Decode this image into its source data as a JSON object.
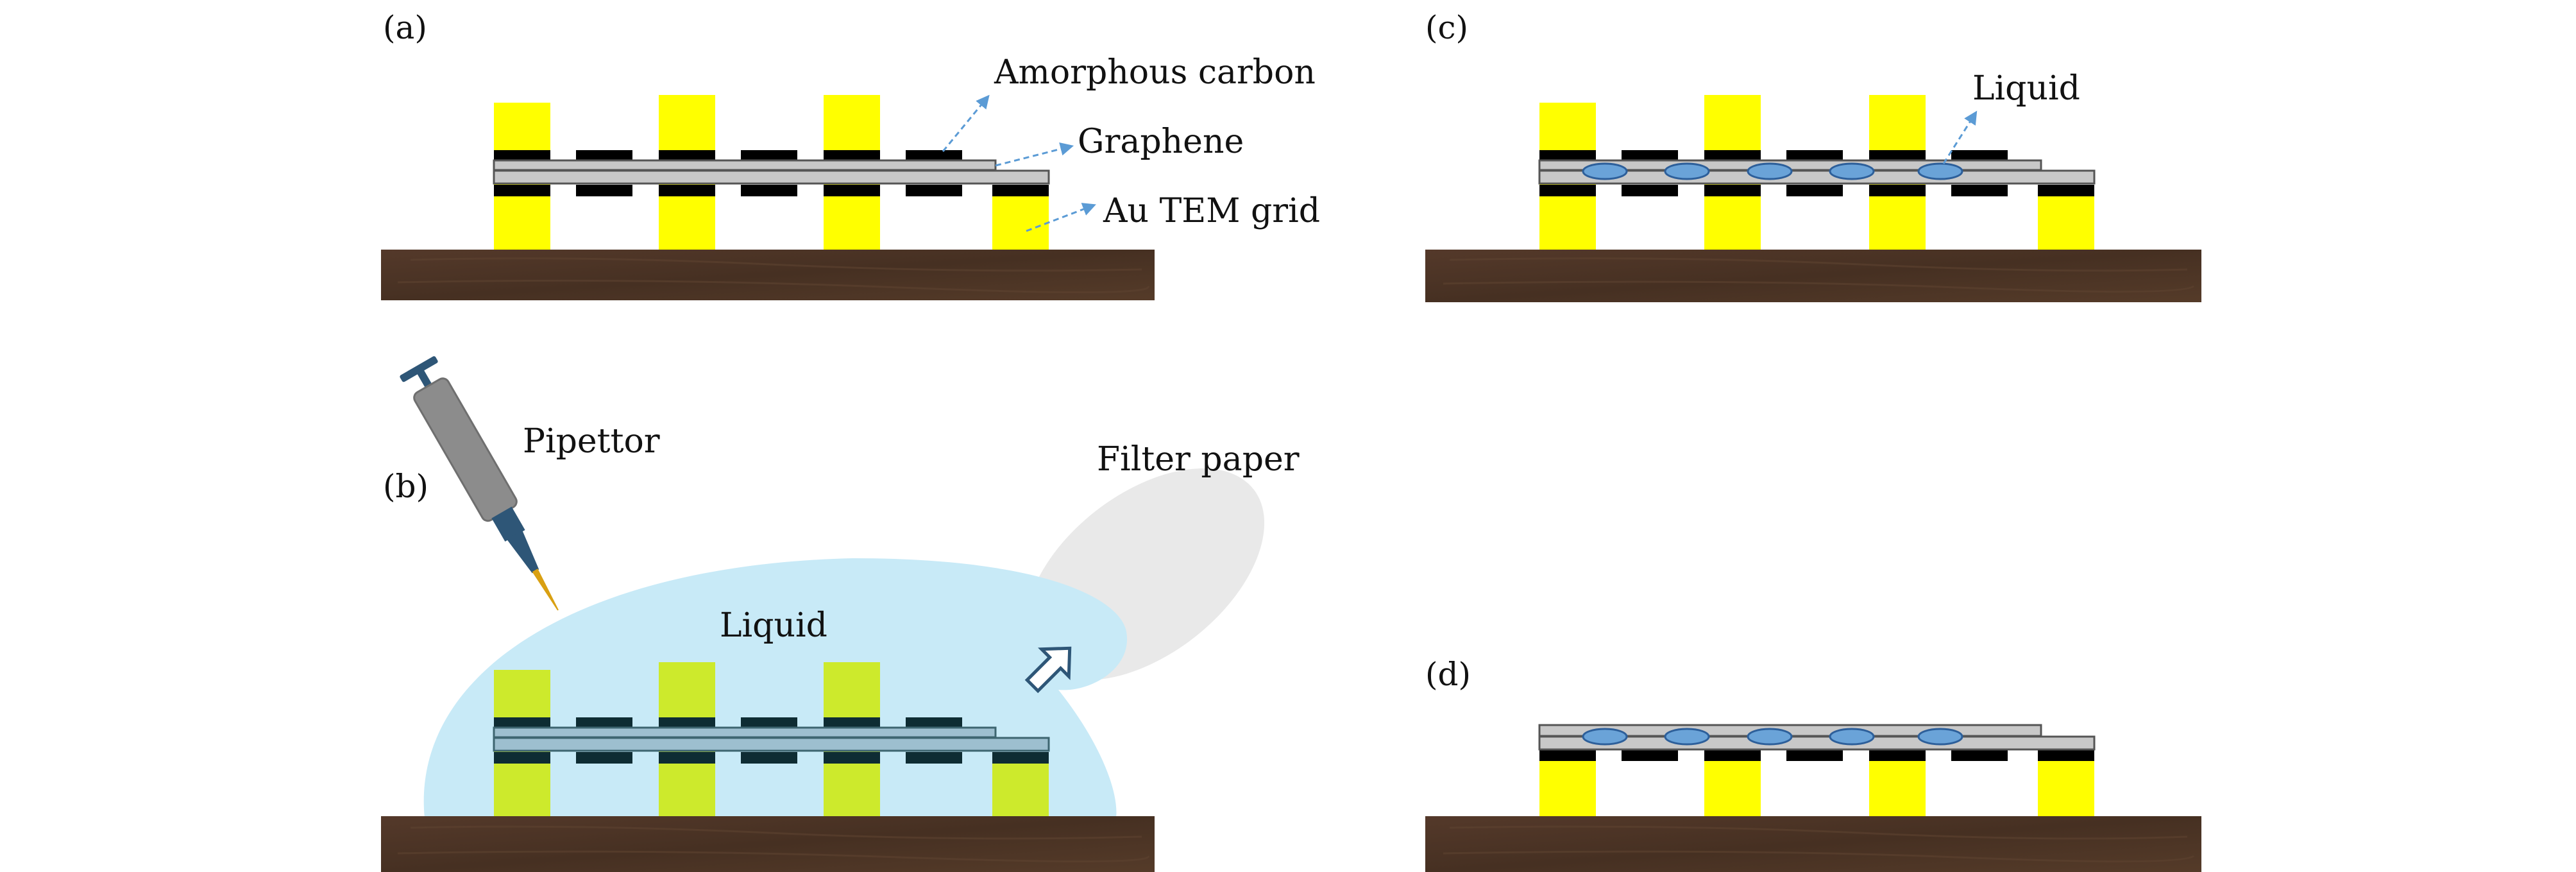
{
  "panels": {
    "a": {
      "tag": "(a)"
    },
    "b": {
      "tag": "(b)"
    },
    "c": {
      "tag": "(c)"
    },
    "d": {
      "tag": "(d)"
    }
  },
  "labels": {
    "amorphous_carbon": "Amorphous carbon",
    "graphene": "Graphene",
    "au_tem_grid": "Au TEM grid",
    "liquid_c": "Liquid",
    "pipettor": "Pipettor",
    "liquid_b": "Liquid",
    "filter_paper": "Filter paper"
  },
  "colors": {
    "gold": "#ffff00",
    "gold_wet": "#cdea2c",
    "carbon": "#000000",
    "carbon_wet": "#0e2c33",
    "graphene": "#c8c8c8",
    "graphene_wet": "#9dbfcf",
    "wood": "#4b3423",
    "wood_dark": "#3a2718",
    "liquid": "#c8eaf7",
    "droplet": "#6aa3d8",
    "droplet_stroke": "#2d5f9a",
    "arrow": "#5b9bd5",
    "pipettor_body": "#8c8c8c",
    "pipettor_metal": "#2e5677",
    "pipettor_tip": "#d9a012",
    "filter_paper": "#e9e9e9"
  },
  "icons": {
    "pipettor": "pipettor-icon",
    "flow_arrow": "outline-arrow-icon"
  }
}
